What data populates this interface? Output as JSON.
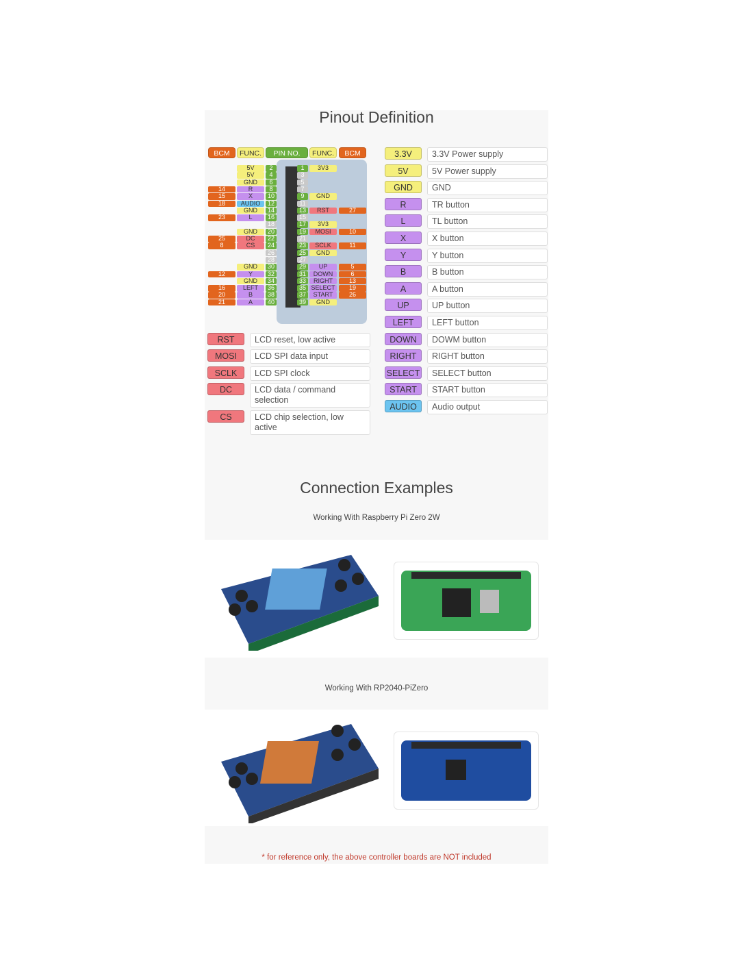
{
  "pinout": {
    "title": "Pinout Definition",
    "headers": [
      "BCM",
      "FUNC.",
      "PIN NO.",
      "FUNC.",
      "BCM"
    ],
    "rows": [
      [
        [
          "",
          "5V",
          "2"
        ],
        [
          "1",
          "3V3",
          ""
        ]
      ],
      [
        [
          "",
          "5V",
          "4"
        ],
        [
          "3",
          "",
          ""
        ]
      ],
      [
        [
          "",
          "GND",
          "6"
        ],
        [
          "5",
          "",
          ""
        ]
      ],
      [
        [
          "14",
          "R",
          "8"
        ],
        [
          "7",
          "",
          ""
        ]
      ],
      [
        [
          "15",
          "X",
          "10"
        ],
        [
          "9",
          "GND",
          ""
        ]
      ],
      [
        [
          "18",
          "AUDIO",
          "12"
        ],
        [
          "11",
          "",
          ""
        ]
      ],
      [
        [
          "",
          "GND",
          "14"
        ],
        [
          "13",
          "RST",
          "27"
        ]
      ],
      [
        [
          "23",
          "L",
          "16"
        ],
        [
          "15",
          "",
          ""
        ]
      ],
      [
        [
          "",
          "",
          "18"
        ],
        [
          "17",
          "3V3",
          ""
        ]
      ],
      [
        [
          "",
          "GND",
          "20"
        ],
        [
          "19",
          "MOSI",
          "10"
        ]
      ],
      [
        [
          "25",
          "DC",
          "22"
        ],
        [
          "21",
          "",
          ""
        ]
      ],
      [
        [
          "8",
          "CS",
          "24"
        ],
        [
          "23",
          "SCLK",
          "11"
        ]
      ],
      [
        [
          "",
          "",
          "26"
        ],
        [
          "25",
          "GND",
          ""
        ]
      ],
      [
        [
          "",
          "",
          "28"
        ],
        [
          "27",
          "",
          ""
        ]
      ],
      [
        [
          "",
          "GND",
          "30"
        ],
        [
          "29",
          "UP",
          "5"
        ]
      ],
      [
        [
          "12",
          "Y",
          "32"
        ],
        [
          "31",
          "DOWN",
          "6"
        ]
      ],
      [
        [
          "",
          "GND",
          "34"
        ],
        [
          "33",
          "RIGHT",
          "13"
        ]
      ],
      [
        [
          "16",
          "LEFT",
          "36"
        ],
        [
          "35",
          "SELECT",
          "19"
        ]
      ],
      [
        [
          "20",
          "B",
          "38"
        ],
        [
          "37",
          "START",
          "26"
        ]
      ],
      [
        [
          "21",
          "A",
          "40"
        ],
        [
          "39",
          "GND",
          ""
        ]
      ]
    ],
    "legend_right": [
      {
        "tag": "3.3V",
        "desc": "3.3V Power supply",
        "c": "y"
      },
      {
        "tag": "5V",
        "desc": "5V Power supply",
        "c": "y"
      },
      {
        "tag": "GND",
        "desc": "GND",
        "c": "y"
      },
      {
        "tag": "R",
        "desc": "TR button",
        "c": "p"
      },
      {
        "tag": "L",
        "desc": "TL button",
        "c": "p"
      },
      {
        "tag": "X",
        "desc": "X button",
        "c": "p"
      },
      {
        "tag": "Y",
        "desc": "Y button",
        "c": "p"
      },
      {
        "tag": "B",
        "desc": "B button",
        "c": "p"
      },
      {
        "tag": "A",
        "desc": "A button",
        "c": "p"
      },
      {
        "tag": "UP",
        "desc": "UP button",
        "c": "p"
      },
      {
        "tag": "LEFT",
        "desc": "LEFT button",
        "c": "p"
      },
      {
        "tag": "DOWN",
        "desc": "DOWM button",
        "c": "p"
      },
      {
        "tag": "RIGHT",
        "desc": "RIGHT button",
        "c": "p"
      },
      {
        "tag": "SELECT",
        "desc": "SELECT button",
        "c": "p"
      },
      {
        "tag": "START",
        "desc": "START button",
        "c": "p"
      },
      {
        "tag": "AUDIO",
        "desc": "Audio output",
        "c": "b"
      }
    ],
    "legend_left": [
      {
        "tag": "RST",
        "desc": "LCD reset, low active",
        "c": "r"
      },
      {
        "tag": "MOSI",
        "desc": "LCD SPI data input",
        "c": "r"
      },
      {
        "tag": "SCLK",
        "desc": "LCD SPI clock",
        "c": "r"
      },
      {
        "tag": "DC",
        "desc": "LCD data / command selection",
        "c": "r"
      },
      {
        "tag": "CS",
        "desc": "LCD chip selection, low active",
        "c": "r"
      }
    ]
  },
  "colors": {
    "o": "#e2651e",
    "y": "#f5ef7c",
    "g": "#6aaf3e",
    "p": "#c590ee",
    "b": "#6cc4f0",
    "r": "#f0777d",
    "n": "#c9c9c9"
  },
  "examples": {
    "title": "Connection Examples",
    "ex1": "Working With Raspberry Pi Zero 2W",
    "ex2": "Working With RP2040-PiZero",
    "note": "* for reference only, the above controller boards are NOT included"
  }
}
